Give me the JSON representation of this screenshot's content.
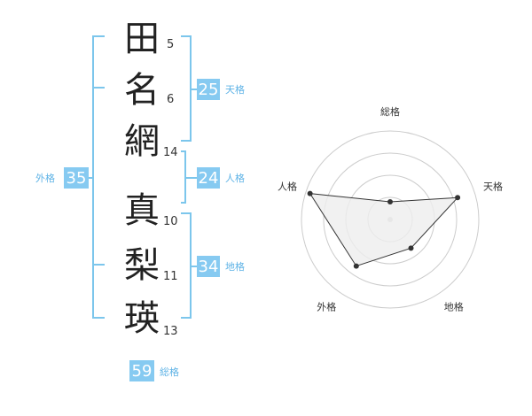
{
  "colors": {
    "accent": "#7cc6ec",
    "badge_bg": "#86caf1",
    "label_text": "#5fb3e6",
    "radar_fill": "#eeeeee",
    "radar_grid": "#cccccc",
    "radar_line": "#333333"
  },
  "name": {
    "characters": [
      {
        "char": "田",
        "strokes": "5"
      },
      {
        "char": "名",
        "strokes": "6"
      },
      {
        "char": "網",
        "strokes": "14"
      },
      {
        "char": "真",
        "strokes": "10"
      },
      {
        "char": "梨",
        "strokes": "11"
      },
      {
        "char": "瑛",
        "strokes": "13"
      }
    ]
  },
  "fortune": {
    "tenkaku": {
      "value": "25",
      "label": "天格"
    },
    "jinkaku": {
      "value": "24",
      "label": "人格"
    },
    "chikaku": {
      "value": "34",
      "label": "地格"
    },
    "gaikaku": {
      "value": "35",
      "label": "外格"
    },
    "soukaku": {
      "value": "59",
      "label": "総格"
    }
  },
  "chart_data": {
    "type": "radar",
    "axes": [
      "総格",
      "天格",
      "地格",
      "外格",
      "人格"
    ],
    "values": [
      0.2,
      0.8,
      0.4,
      0.65,
      0.95
    ],
    "rings": 4,
    "range": [
      0,
      1
    ]
  }
}
